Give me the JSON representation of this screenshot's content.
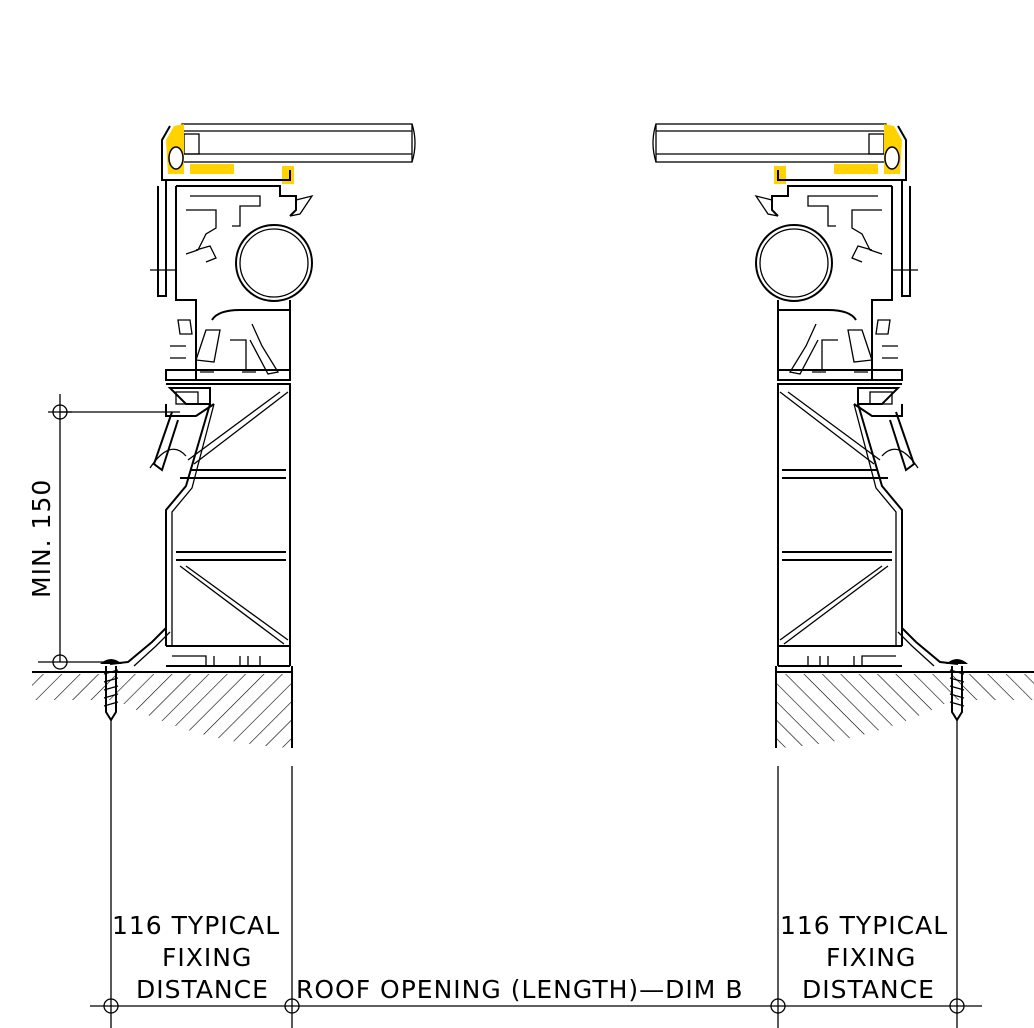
{
  "drawing": {
    "colors": {
      "line": "#000000",
      "gasket": "#ffd200",
      "background": "#ffffff"
    },
    "labels": {
      "min_height": "MIN. 150",
      "left_fixing_line1": "116 TYPICAL",
      "left_fixing_line2": "FIXING",
      "left_fixing_line3": "DISTANCE",
      "right_fixing_line1": "116 TYPICAL",
      "right_fixing_line2": "FIXING",
      "right_fixing_line3": "DISTANCE",
      "roof_opening": "ROOF OPENING (LENGTH)—DIM B"
    }
  }
}
